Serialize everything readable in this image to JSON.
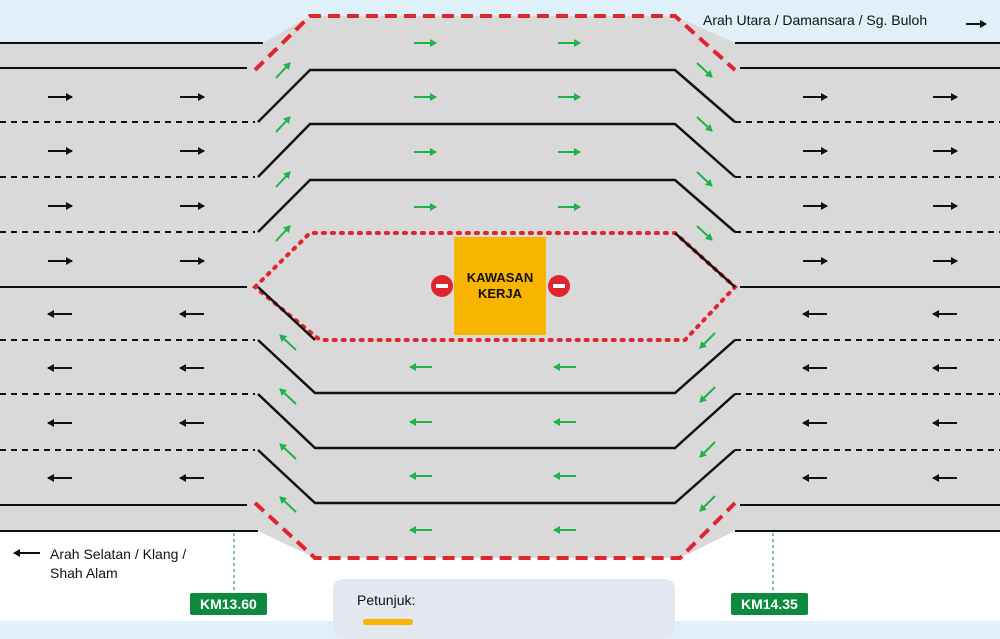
{
  "directions": {
    "north": "Arah Utara / Damansara / Sg. Buloh",
    "south_line1": "Arah Selatan / Klang /",
    "south_line2": "Shah Alam"
  },
  "markers": {
    "left": "KM13.60",
    "right": "KM14.35"
  },
  "work_zone": {
    "line1": "KAWASAN",
    "line2": "KERJA"
  },
  "legend": {
    "title": "Petunjuk:"
  },
  "colors": {
    "road": "#d9d9d9",
    "sky": "#dff0f9",
    "barrier": "#e0262c",
    "traffic_arrow": "#111111",
    "diverted_arrow": "#1fb24a",
    "work_zone": "#f7b500",
    "km_marker": "#0e8a3e"
  }
}
